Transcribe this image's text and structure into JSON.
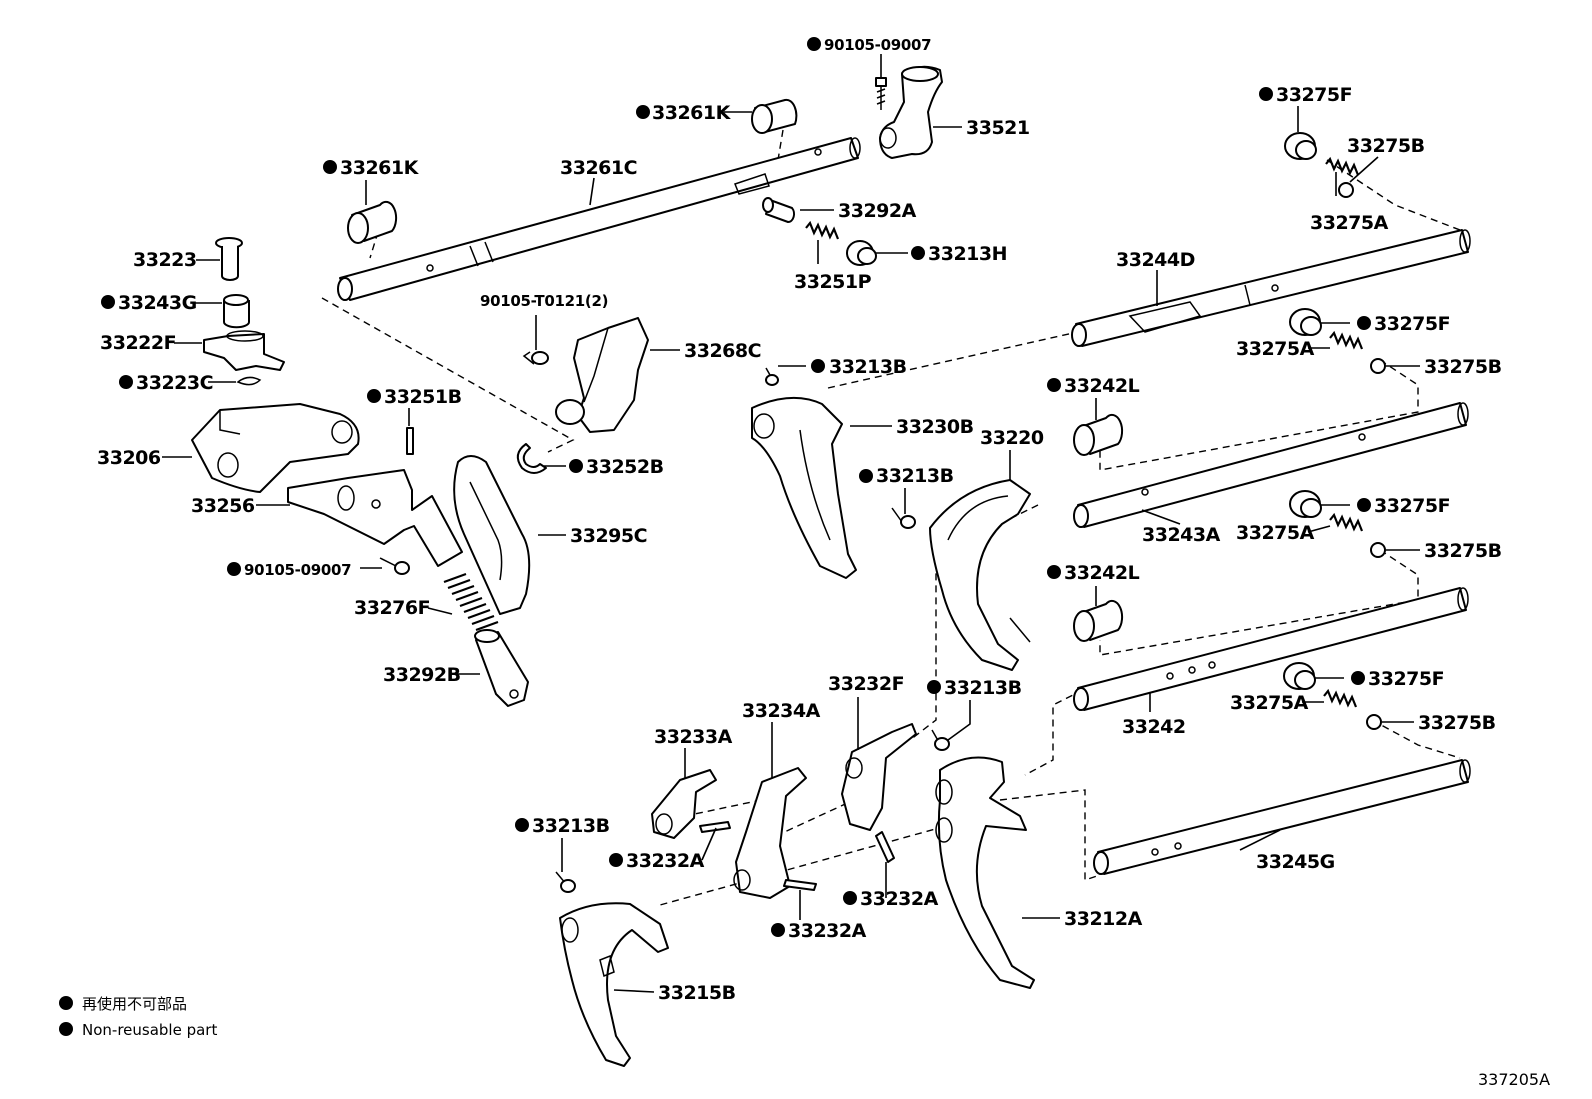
{
  "labels": {
    "p90105_09007_top": "90105-09007",
    "p33521": "33521",
    "p33261k_top": "33261K",
    "p33261c": "33261C",
    "p33261k_left": "33261K",
    "p33292a": "33292A",
    "p33213h": "33213H",
    "p33251p": "33251P",
    "p33223": "33223",
    "p33243g": "33243G",
    "p33222f": "33222F",
    "p33223c": "33223C",
    "p33206": "33206",
    "p90105_t0121": "90105-T0121(2)",
    "p33268c": "33268C",
    "p33213b_a": "33213B",
    "p33251b": "33251B",
    "p33252b": "33252B",
    "p33256": "33256",
    "p33295c": "33295C",
    "p90105_09007_left": "90105-09007",
    "p33276f": "33276F",
    "p33292b": "33292B",
    "p33230b": "33230B",
    "p33220": "33220",
    "p33213b_b": "33213B",
    "p33275f_a": "33275F",
    "p33275b_a": "33275B",
    "p33275a_a": "33275A",
    "p33244d": "33244D",
    "p33275f_b": "33275F",
    "p33275a_b": "33275A",
    "p33275b_b": "33275B",
    "p33242l_a": "33242L",
    "p33243a": "33243A",
    "p33275f_c": "33275F",
    "p33275a_c": "33275A",
    "p33275b_c": "33275B",
    "p33242l_b": "33242L",
    "p33242": "33242",
    "p33275f_d": "33275F",
    "p33275a_d": "33275A",
    "p33275b_d": "33275B",
    "p33232f": "33232F",
    "p33213b_c": "33213B",
    "p33233a": "33233A",
    "p33234a": "33234A",
    "p33213b_d": "33213B",
    "p33232a_a": "33232A",
    "p33232a_b": "33232A",
    "p33232a_c": "33232A",
    "p33212a": "33212A",
    "p33245g": "33245G",
    "p33215b": "33215B"
  },
  "legend": {
    "jp": "再使用不可部品",
    "en": "Non-reusable part"
  },
  "diagram_code": "337205A"
}
